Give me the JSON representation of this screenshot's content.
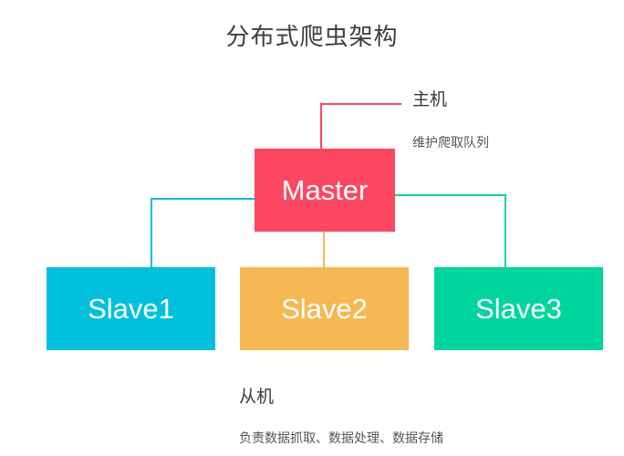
{
  "title": "分布式爬虫架构",
  "colors": {
    "master": "#fd4760",
    "slave1": "#00c1dd",
    "slave2": "#f6b853",
    "slave3": "#00d49f"
  },
  "nodes": {
    "master": {
      "label": "Master"
    },
    "slave1": {
      "label": "Slave1"
    },
    "slave2": {
      "label": "Slave2"
    },
    "slave3": {
      "label": "Slave3"
    }
  },
  "annotations": {
    "master": {
      "heading": "主机",
      "description": "维护爬取队列"
    },
    "slave": {
      "heading": "从机",
      "description": "负责数据抓取、数据处理、数据存储"
    }
  }
}
